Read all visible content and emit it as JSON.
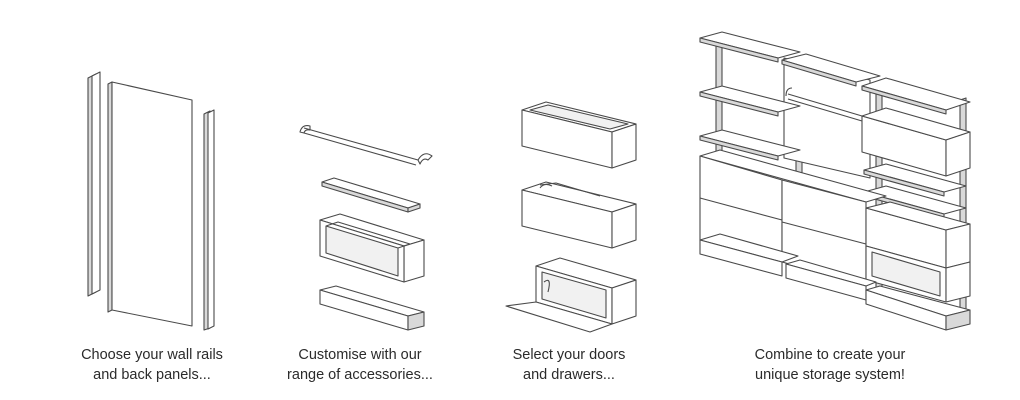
{
  "steps": [
    {
      "line1": "Choose your wall rails",
      "line2": "and back panels..."
    },
    {
      "line1": "Customise with our",
      "line2": "range of accessories..."
    },
    {
      "line1": "Select your doors",
      "line2": "and drawers..."
    },
    {
      "line1": "Combine to create your",
      "line2": "unique storage system!"
    }
  ]
}
